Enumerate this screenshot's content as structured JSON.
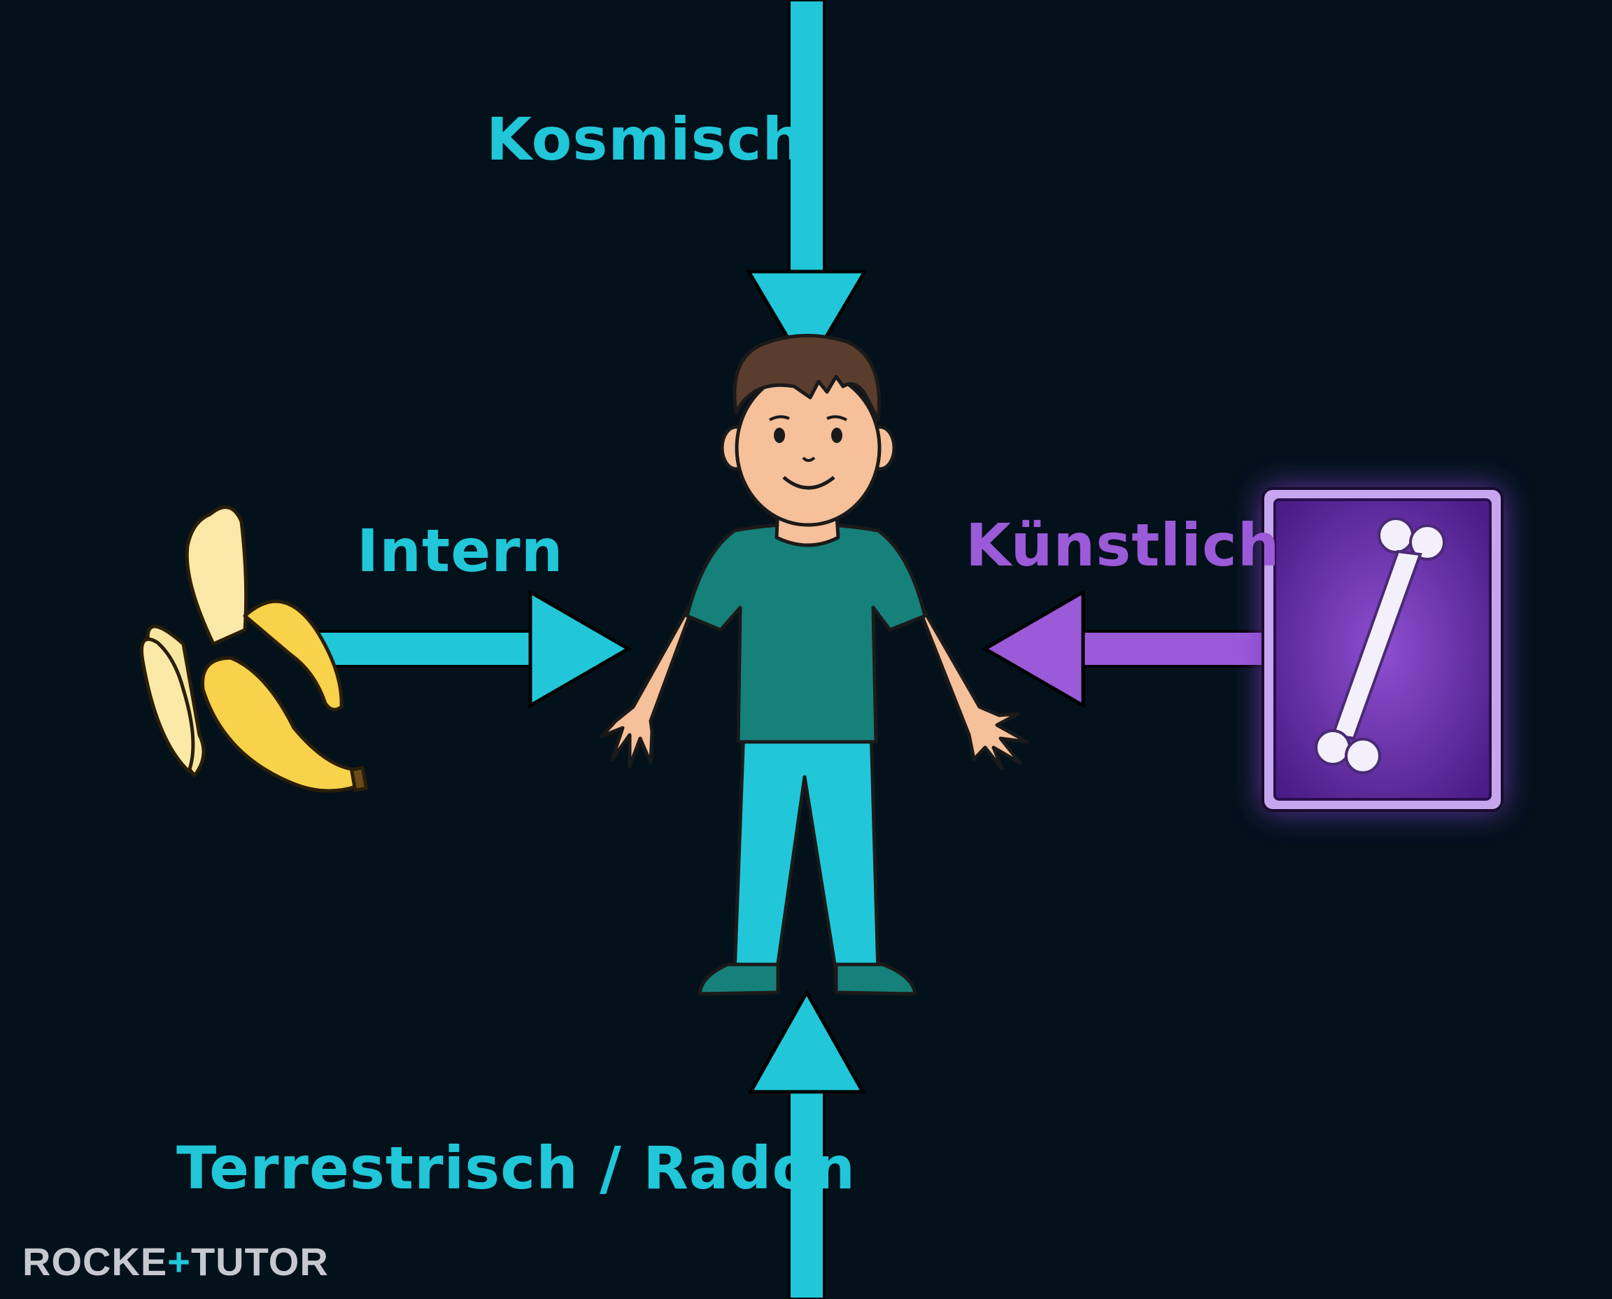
{
  "labels": {
    "cosmic": "Kosmisch",
    "internal": "Intern",
    "artificial": "Künstlich",
    "terrestrial": "Terrestrisch / Radon"
  },
  "logo": {
    "part1": "ROCKE",
    "plus": "+",
    "part2": "TUTOR"
  },
  "colors": {
    "background": "#03111b",
    "cyan": "#21c7d8",
    "purple": "#9b5ad8",
    "shirt": "#16807b",
    "pants": "#21c7d8",
    "skin": "#f5c09a",
    "hair": "#5a3d2d",
    "banana": "#f7d24a",
    "xray_frame": "#5b2aa0"
  },
  "icons": [
    "banana-icon",
    "xray-bone-icon",
    "person-figure"
  ]
}
